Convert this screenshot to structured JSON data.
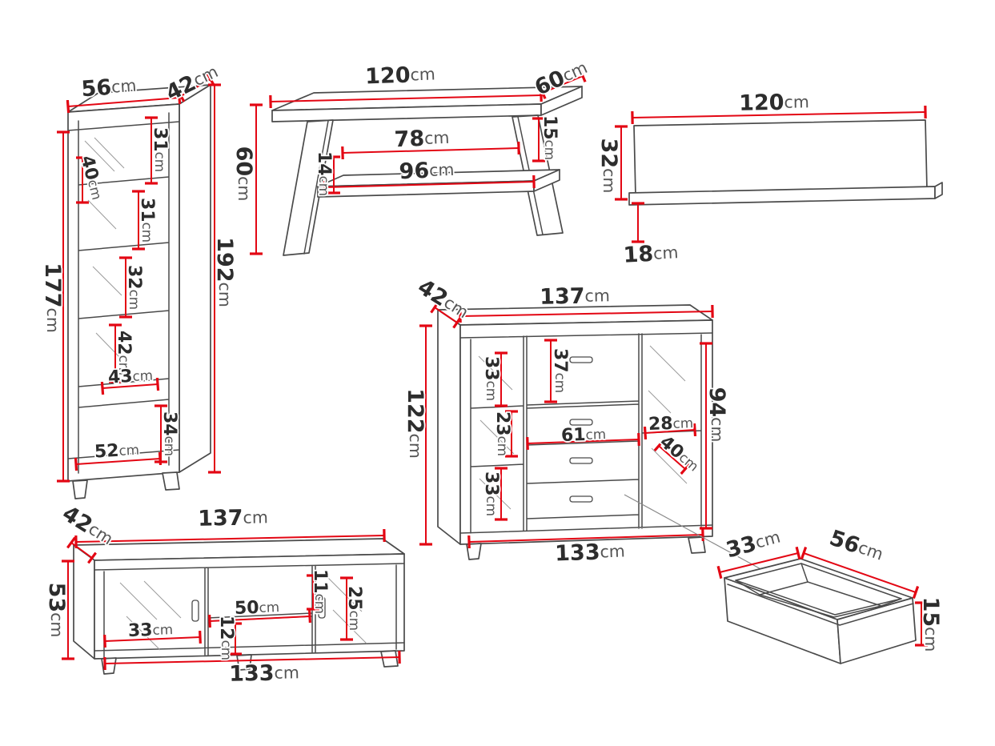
{
  "title": "Furniture set dimension drawings",
  "unit": "cm",
  "colors": {
    "outline": "#4a4a4a",
    "dimension": "#e30613",
    "text": "#2d2d2d"
  },
  "pieces": {
    "tall_cabinet": {
      "label": "tall-display-cabinet",
      "dims": {
        "width": {
          "v": "56",
          "u": "cm"
        },
        "depth": {
          "v": "42",
          "u": "cm"
        },
        "height_total": {
          "v": "192",
          "u": "cm"
        },
        "height_front": {
          "v": "177",
          "u": "cm"
        },
        "section_1": {
          "v": "31",
          "u": "cm"
        },
        "glass_width": {
          "v": "40",
          "u": "cm"
        },
        "section_2": {
          "v": "31",
          "u": "cm"
        },
        "section_3": {
          "v": "32",
          "u": "cm"
        },
        "section_4": {
          "v": "42",
          "u": "cm"
        },
        "inner_width": {
          "v": "43",
          "u": "cm"
        },
        "section_5": {
          "v": "34",
          "u": "cm"
        },
        "base_width": {
          "v": "52",
          "u": "cm"
        }
      }
    },
    "coffee_table": {
      "label": "coffee-table",
      "dims": {
        "width": {
          "v": "120",
          "u": "cm"
        },
        "depth": {
          "v": "60",
          "u": "cm"
        },
        "height": {
          "v": "60",
          "u": "cm"
        },
        "inner_span": {
          "v": "78",
          "u": "cm"
        },
        "shelf_width": {
          "v": "96",
          "u": "cm"
        },
        "apron_height": {
          "v": "15",
          "u": "cm"
        },
        "shelf_gap": {
          "v": "14",
          "u": "cm"
        }
      }
    },
    "wall_shelf": {
      "label": "wall-shelf",
      "dims": {
        "width": {
          "v": "120",
          "u": "cm"
        },
        "height": {
          "v": "32",
          "u": "cm"
        },
        "depth": {
          "v": "18",
          "u": "cm"
        }
      }
    },
    "sideboard": {
      "label": "highboard",
      "dims": {
        "depth": {
          "v": "42",
          "u": "cm"
        },
        "width": {
          "v": "137",
          "u": "cm"
        },
        "height": {
          "v": "122",
          "u": "cm"
        },
        "inner_height": {
          "v": "94",
          "u": "cm"
        },
        "shelf_1": {
          "v": "33",
          "u": "cm"
        },
        "niche_height": {
          "v": "37",
          "u": "cm"
        },
        "shelf_2": {
          "v": "23",
          "u": "cm"
        },
        "drawer_width": {
          "v": "61",
          "u": "cm"
        },
        "shelf_right": {
          "v": "28",
          "u": "cm"
        },
        "glass_width": {
          "v": "40",
          "u": "cm"
        },
        "shelf_3": {
          "v": "33",
          "u": "cm"
        },
        "inner_width": {
          "v": "133",
          "u": "cm"
        }
      }
    },
    "tv_stand": {
      "label": "tv-stand",
      "dims": {
        "depth": {
          "v": "42",
          "u": "cm"
        },
        "width": {
          "v": "137",
          "u": "cm"
        },
        "height": {
          "v": "53",
          "u": "cm"
        },
        "door_width": {
          "v": "33",
          "u": "cm"
        },
        "shelf_width": {
          "v": "50",
          "u": "cm"
        },
        "top_gap": {
          "v": "11",
          "u": "cm"
        },
        "bottom_gap": {
          "v": "12",
          "u": "cm"
        },
        "niche_height": {
          "v": "25",
          "u": "cm"
        },
        "inner_width": {
          "v": "133",
          "u": "cm"
        }
      }
    },
    "drawer": {
      "label": "drawer",
      "dims": {
        "depth": {
          "v": "33",
          "u": "cm"
        },
        "width": {
          "v": "56",
          "u": "cm"
        },
        "height": {
          "v": "15",
          "u": "cm"
        }
      }
    }
  }
}
